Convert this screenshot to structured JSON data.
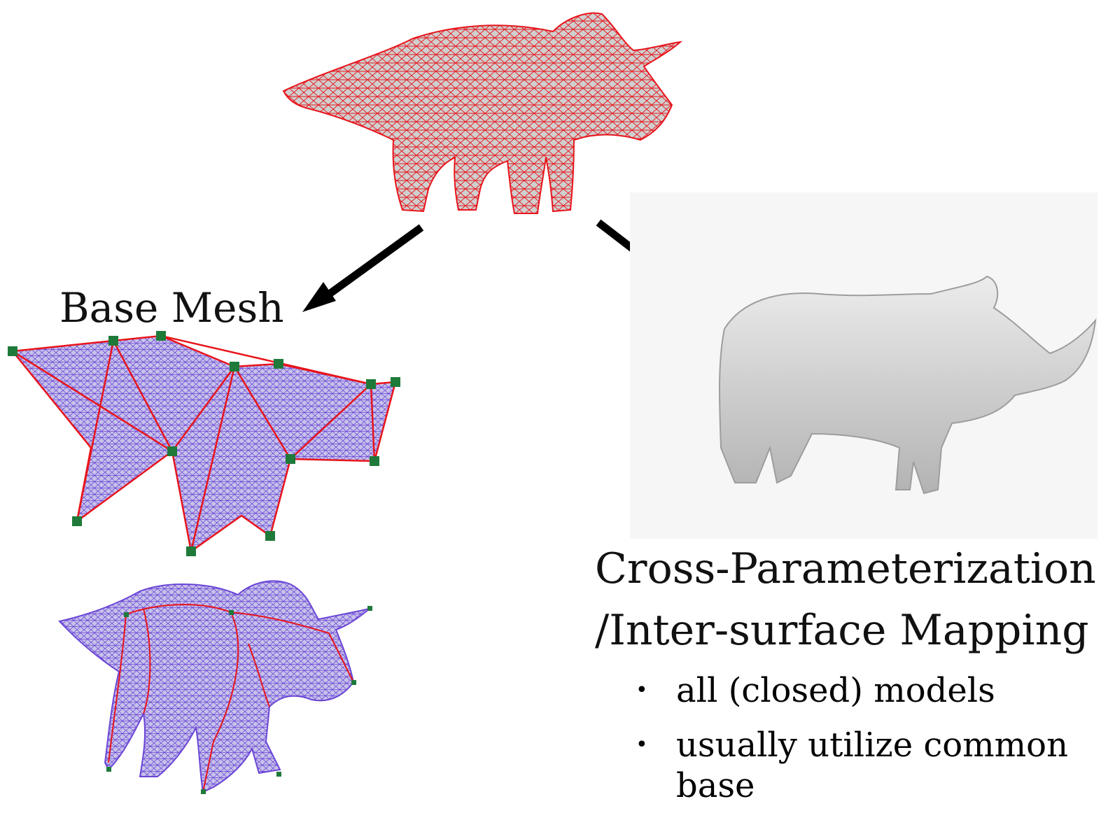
{
  "labels": {
    "base_mesh": "Base Mesh",
    "title_line1": "Cross-Parameterization",
    "title_line2": "/Inter-surface Mapping"
  },
  "bullets": [
    "all (closed) models",
    "usually utilize common base"
  ],
  "colors": {
    "wireframe": "#e8141b",
    "base_mesh_fill": "#8a7ad8",
    "vertex_marker": "#1f7a3a",
    "arrow": "#000000",
    "surface": "#c8c8c8"
  },
  "figures": [
    {
      "name": "triceratops-wireframe-icon"
    },
    {
      "name": "base-mesh-icon"
    },
    {
      "name": "triceratops-parameterized-icon"
    },
    {
      "name": "rhino-surface-icon"
    }
  ]
}
